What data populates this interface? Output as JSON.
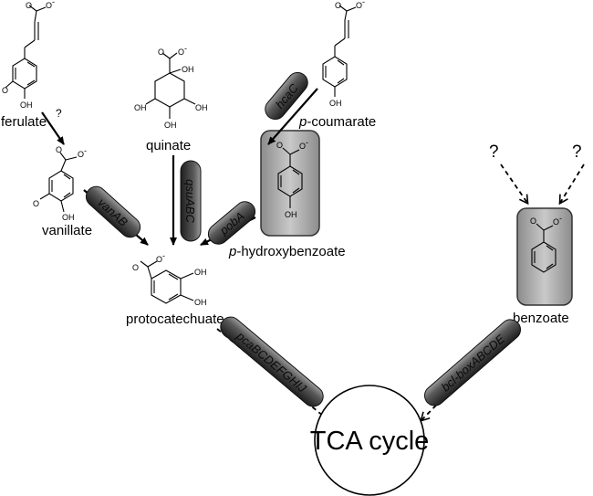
{
  "compounds": {
    "ferulate": "ferulate",
    "vanillate": "vanillate",
    "quinate": "quinate",
    "p_coumarate_prefix": "p",
    "p_coumarate_rest": "-coumarate",
    "p_hydroxybenzoate_prefix": "p",
    "p_hydroxybenzoate_rest": "-hydroxybenzoate",
    "protocatechuate": "protocatechuate",
    "benzoate": "benzoate"
  },
  "genes": {
    "hcaC": "hcaC",
    "vanAB": "vanAB",
    "qsuABC": "qsuABC",
    "pobA": "pobA",
    "pcaBCDEFGHIJ": "pcaBCDEFGHIJ",
    "bcl_boxABCDE": "bcl-boxABCDE"
  },
  "unknown_marks": {
    "ferulate_arrow": "?",
    "benzoate_left": "?",
    "benzoate_right": "?"
  },
  "atoms": {
    "O": "O",
    "O_minus": "O",
    "minus": "-",
    "OH": "OH"
  },
  "center": {
    "label": "TCA cycle"
  }
}
